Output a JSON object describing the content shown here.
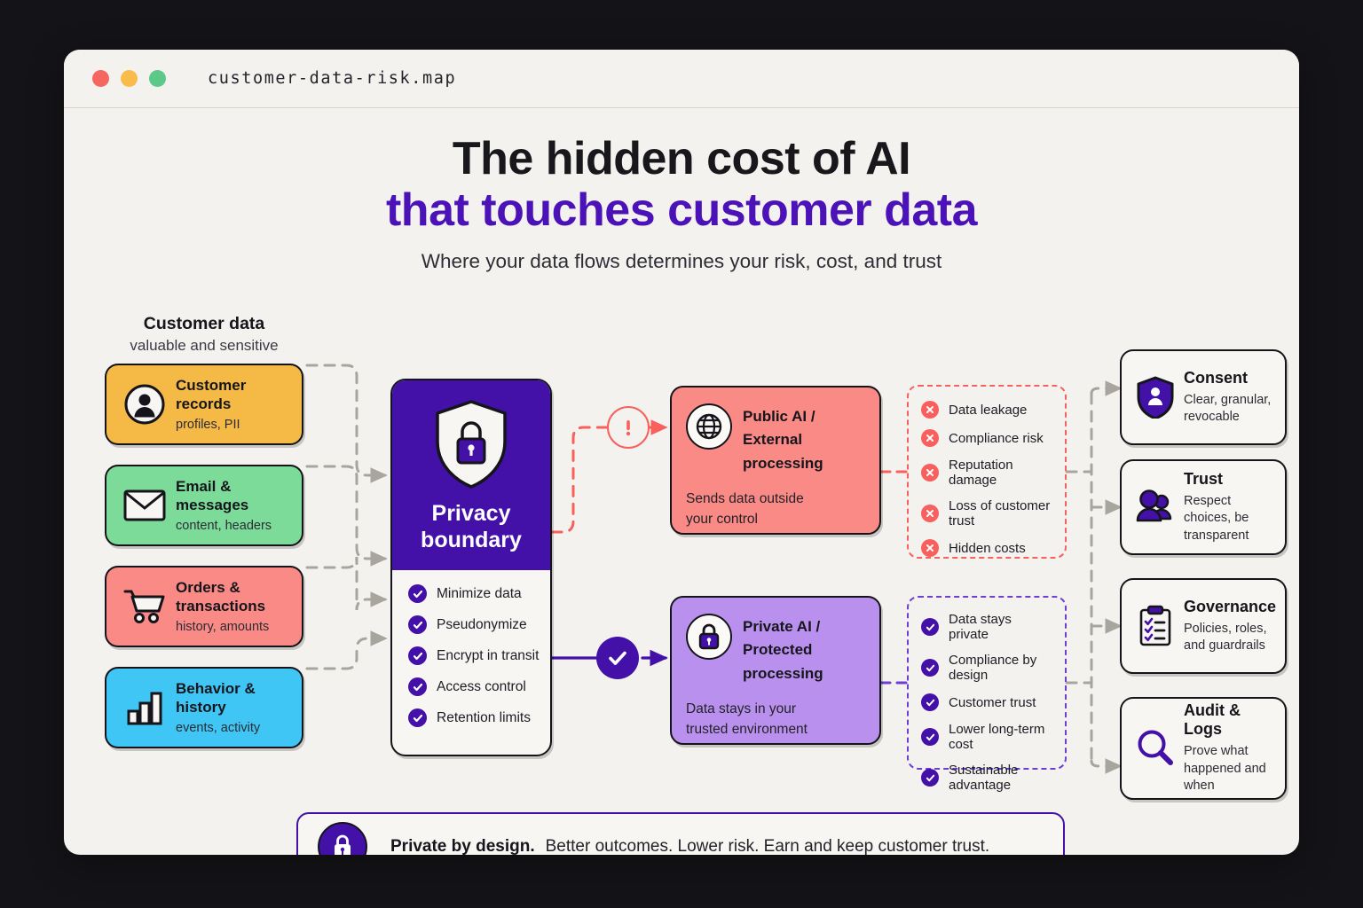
{
  "window": {
    "filename": "customer-data-risk.map"
  },
  "header": {
    "title_line1": "The hidden cost of AI",
    "title_line2": "that touches customer data",
    "subtitle": "Where your data flows determines your risk, cost, and trust",
    "accent_color": "#4B12B8"
  },
  "left_column": {
    "label": "Customer data",
    "sublabel": "valuable and sensitive",
    "cards": [
      {
        "title": "Customer records",
        "sub": "profiles, PII",
        "color": "#F5B945",
        "icon": "user-avatar-icon"
      },
      {
        "title": "Email & messages",
        "sub": "content, headers",
        "color": "#7DDB9A",
        "icon": "envelope-icon"
      },
      {
        "title": "Orders & transactions",
        "sub": "history, amounts",
        "color": "#FA8A85",
        "icon": "shopping-cart-icon"
      },
      {
        "title": "Behavior & history",
        "sub": "events, activity",
        "color": "#3FC6F5",
        "icon": "bar-chart-icon"
      }
    ]
  },
  "boundary": {
    "title": "Privacy boundary",
    "icon": "shield-lock-icon",
    "color": "#4310A8",
    "controls": [
      "Minimize data",
      "Pseudonymize",
      "Encrypt in transit",
      "Access control",
      "Retention limits"
    ]
  },
  "paths": {
    "risky_badge": "warning-exclamation-icon",
    "safe_badge": "check-circle-icon",
    "risky_color": "#F7605C",
    "safe_color": "#4310A8"
  },
  "public_branch": {
    "title_line1": "Public AI /",
    "title_line2": "External processing",
    "desc_line1": "Sends data outside",
    "desc_line2": "your control",
    "icon": "globe-icon",
    "color": "#FA8A85",
    "outcomes": [
      "Data leakage",
      "Compliance risk",
      "Reputation damage",
      "Loss of customer trust",
      "Hidden costs"
    ]
  },
  "private_branch": {
    "title_line1": "Private AI /",
    "title_line2": "Protected processing",
    "desc_line1": "Data stays in your",
    "desc_line2": "trusted environment",
    "icon": "padlock-icon",
    "color": "#BA90EE",
    "outcomes": [
      "Data stays private",
      "Compliance by design",
      "Customer trust",
      "Lower long-term cost",
      "Sustainable advantage"
    ]
  },
  "pillars": [
    {
      "title": "Consent",
      "sub": "Clear, granular, revocable",
      "icon": "shield-person-icon"
    },
    {
      "title": "Trust",
      "sub": "Respect choices, be transparent",
      "icon": "people-icon"
    },
    {
      "title": "Governance",
      "sub": "Policies, roles, and guardrails",
      "icon": "clipboard-checklist-icon"
    },
    {
      "title": "Audit & Logs",
      "sub": "Prove what happened and when",
      "icon": "magnifier-icon"
    }
  ],
  "banner": {
    "icon": "padlock-icon",
    "bold": "Private by design.",
    "rest": "Better outcomes. Lower risk. Earn and keep customer trust."
  }
}
